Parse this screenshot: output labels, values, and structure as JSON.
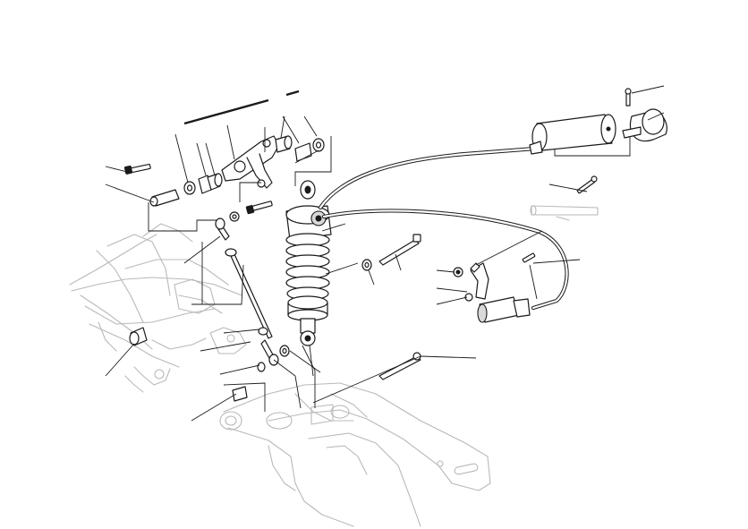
{
  "diagram": {
    "type": "exploded-parts-view",
    "colors": {
      "line": "#1a1a1a",
      "frame_ghost": "#b9b9b9",
      "background": "#ffffff"
    },
    "parts": [
      "rocker-link",
      "tie-rod",
      "rear-shock-absorber",
      "shock-spring",
      "remote-reservoir",
      "reservoir-clamp",
      "preload-adjuster-knob",
      "adjuster-bracket",
      "reservoir-hose",
      "adjuster-hose",
      "long-bolts",
      "bushings",
      "washers",
      "nuts"
    ],
    "callout_numbers": []
  }
}
